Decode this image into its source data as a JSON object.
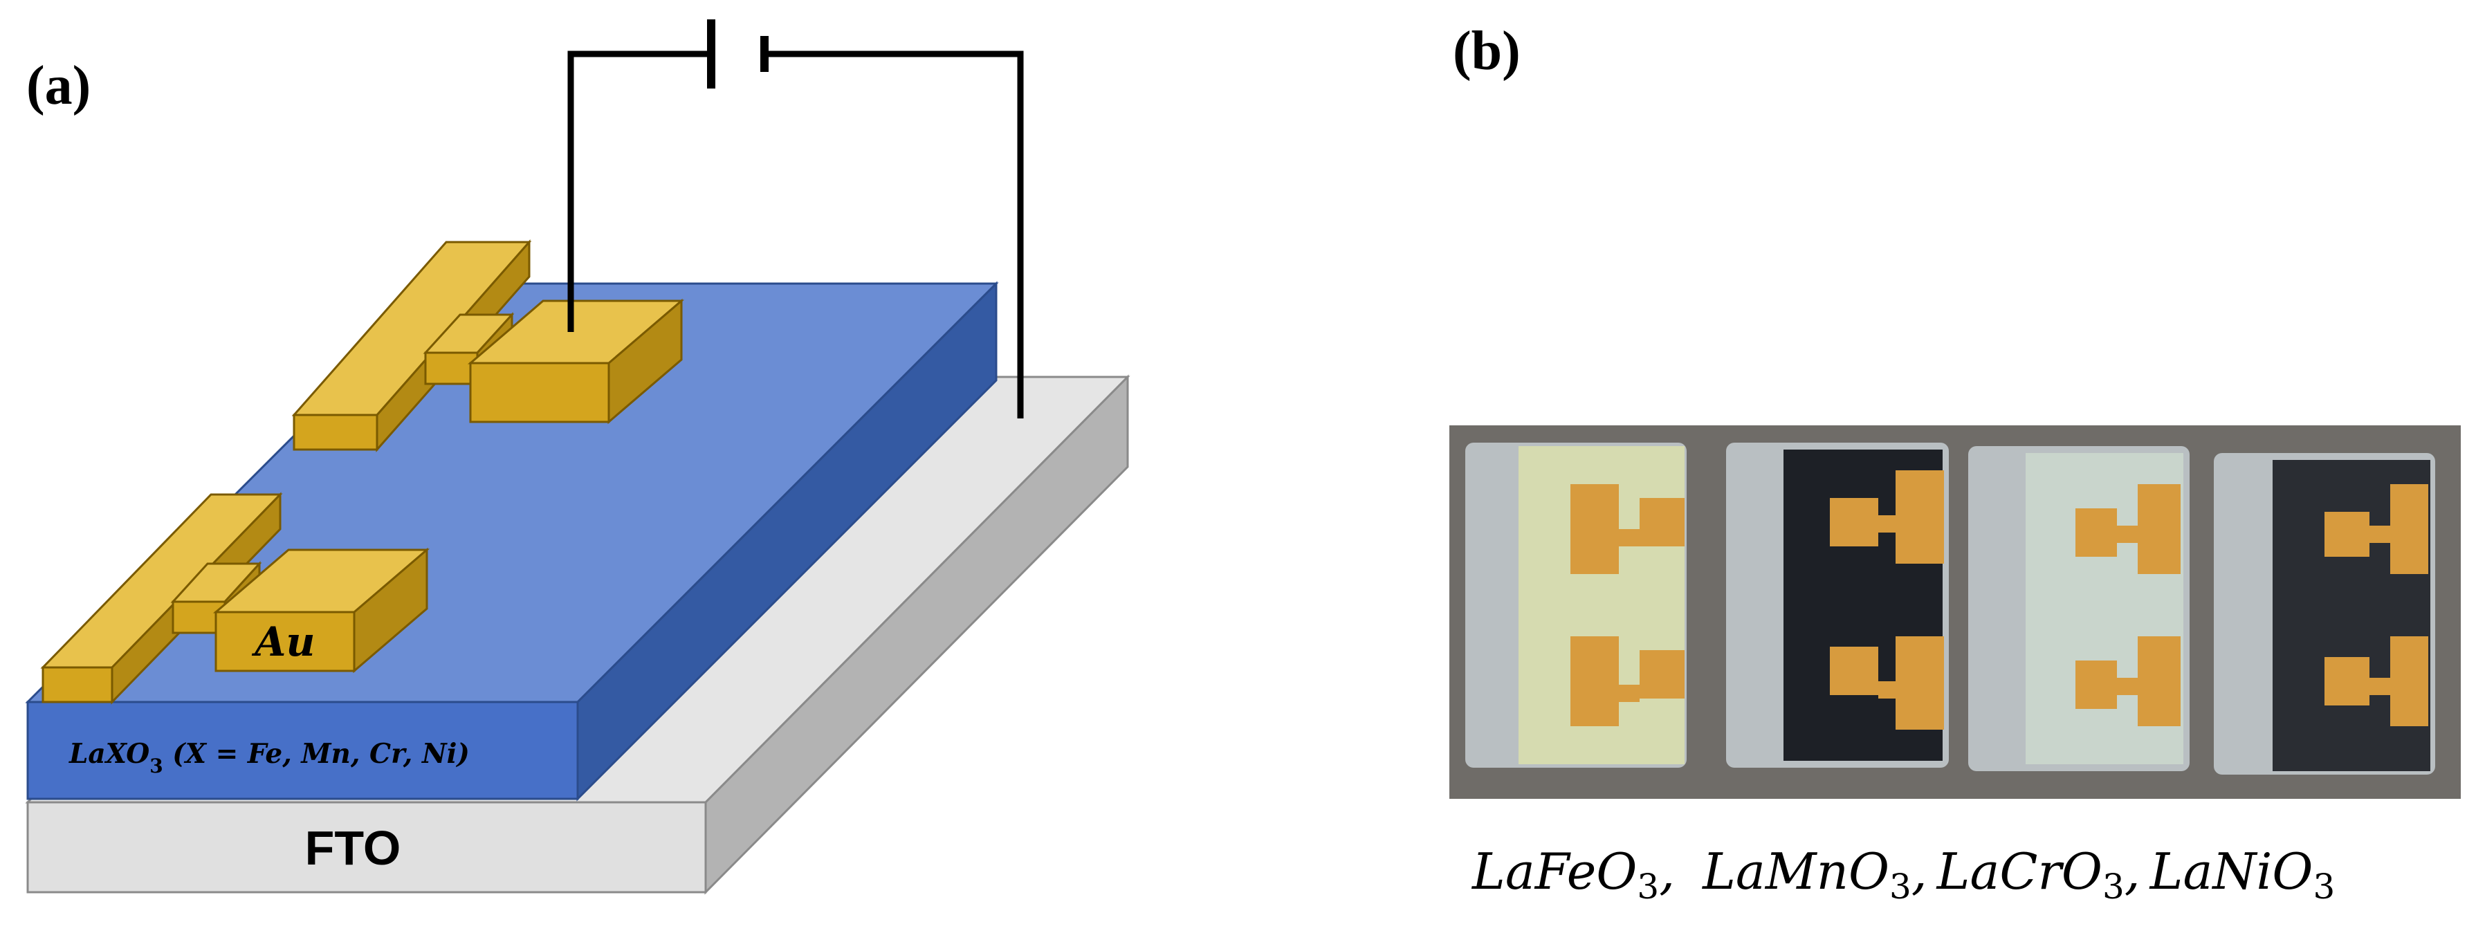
{
  "panel_a": {
    "label": "(a)",
    "fto_label": "FTO",
    "electrode_label": "Au",
    "film_label": {
      "main": "LaXO",
      "sub": "3",
      "rest": " (X = Fe, Mn, Cr, Ni)"
    },
    "colors": {
      "film_top": "#6b8dd4",
      "film_front": "#4770c8",
      "film_side": "#345aa3",
      "substrate_top": "#e5e5e5",
      "substrate_front": "#e0e0e0",
      "substrate_side": "#b3b3b3",
      "gold_top": "#e8c24c",
      "gold_front": "#d4a51e",
      "gold_side": "#b38a14",
      "wire": "#000000"
    }
  },
  "panel_b": {
    "label": "(b)",
    "samples": [
      {
        "formula_main": "LaFeO",
        "formula_sub": "3",
        "separator": ",",
        "film_color": "#d6dbb0"
      },
      {
        "formula_main": "LaMnO",
        "formula_sub": "3",
        "separator": ",",
        "film_color": "#1d2026"
      },
      {
        "formula_main": "LaCrO",
        "formula_sub": "3",
        "separator": ",",
        "film_color": "#c9d5cc"
      },
      {
        "formula_main": "LaNiO",
        "formula_sub": "3",
        "separator": "",
        "film_color": "#2a2d33"
      }
    ],
    "colors": {
      "photo_background": "#6f6c68",
      "glass": "#b9bfc2",
      "contact_gold": "#d79b3e"
    }
  }
}
